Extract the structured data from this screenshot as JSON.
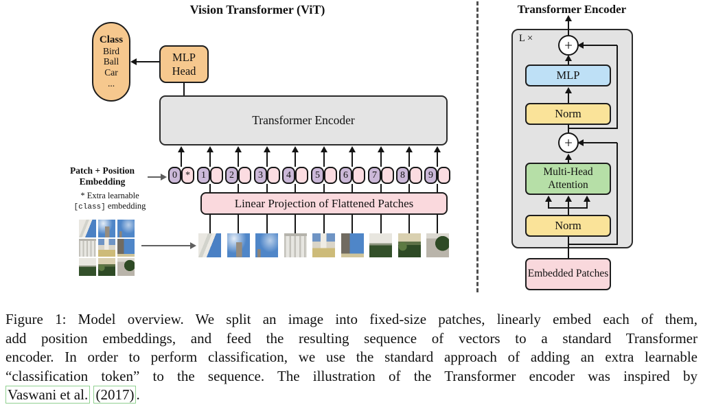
{
  "vit": {
    "title": "Vision Transformer (ViT)",
    "class_box": {
      "heading": "Class",
      "items": [
        "Bird",
        "Ball",
        "Car",
        "..."
      ]
    },
    "mlp_head_label": "MLP Head",
    "encoder_label": "Transformer Encoder",
    "patch_position_label": "Patch + Position Embedding",
    "footnote": {
      "line1": "* Extra learnable",
      "class_token": "[class]",
      "line2_rest": " embedding"
    },
    "linear_projection_label": "Linear Projection of Flattened Patches",
    "tokens": [
      {
        "index": "0",
        "patch": "*"
      },
      {
        "index": "1",
        "patch": ""
      },
      {
        "index": "2",
        "patch": ""
      },
      {
        "index": "3",
        "patch": ""
      },
      {
        "index": "4",
        "patch": ""
      },
      {
        "index": "5",
        "patch": ""
      },
      {
        "index": "6",
        "patch": ""
      },
      {
        "index": "7",
        "patch": ""
      },
      {
        "index": "8",
        "patch": ""
      },
      {
        "index": "9",
        "patch": ""
      }
    ]
  },
  "encoder_detail": {
    "title": "Transformer Encoder",
    "loop_label": "L ×",
    "plus": "+",
    "mlp_label": "MLP",
    "norm_label_top": "Norm",
    "attention_label": "Multi-Head Attention",
    "norm_label_bottom": "Norm",
    "embedded_patches_label": "Embedded Patches"
  },
  "caption": {
    "line1": "Figure 1: Model overview. We split an image into fixed-size patches, linearly embed each of them,",
    "line2": "add position embeddings, and feed the resulting sequence of vectors to a standard Transformer",
    "line3": "encoder. In order to perform classification, we use the standard approach of adding an extra learnable",
    "line4": "“classification token” to the sequence. The illustration of the Transformer encoder was inspired by",
    "line5_citation_authors": "Vaswani et al.",
    "line5_citation_year": "(2017)",
    "line5_tail": "."
  },
  "colors": {
    "token_position": "#CBB8D8",
    "token_patch": "#FBDCE1",
    "orange": "#F6C88E",
    "pink_box": "#FAD9DD",
    "blue_box": "#BEE0F6",
    "yellow_box": "#FAE399",
    "green_box": "#B6DFA7",
    "gray_box": "#E3E3E3",
    "citation_link_border": "#8FD08F"
  }
}
